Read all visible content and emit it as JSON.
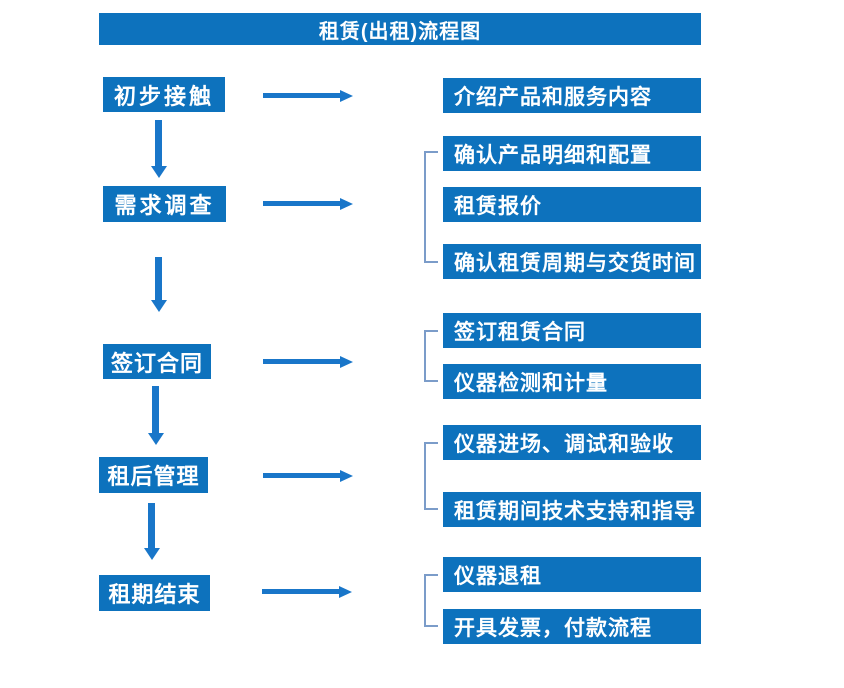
{
  "title": "租赁(出租)流程图",
  "colors": {
    "box_blue": "#0d72bd",
    "arrow_blue": "#1976c9",
    "bracket_blue": "#7b9cc9",
    "text_white": "#ffffff"
  },
  "flow": {
    "steps": [
      {
        "label": "初步接触",
        "outputs": [
          "介绍产品和服务内容"
        ]
      },
      {
        "label": "需求调查",
        "outputs": [
          "确认产品明细和配置",
          "租赁报价",
          "确认租赁周期与交货时间"
        ]
      },
      {
        "label": "签订合同",
        "outputs": [
          "签订租赁合同",
          "仪器检测和计量"
        ]
      },
      {
        "label": "租后管理",
        "outputs": [
          "仪器进场、调试和验收",
          "租赁期间技术支持和指导"
        ]
      },
      {
        "label": "租期结束",
        "outputs": [
          "仪器退租",
          "开具发票，付款流程"
        ]
      }
    ]
  }
}
